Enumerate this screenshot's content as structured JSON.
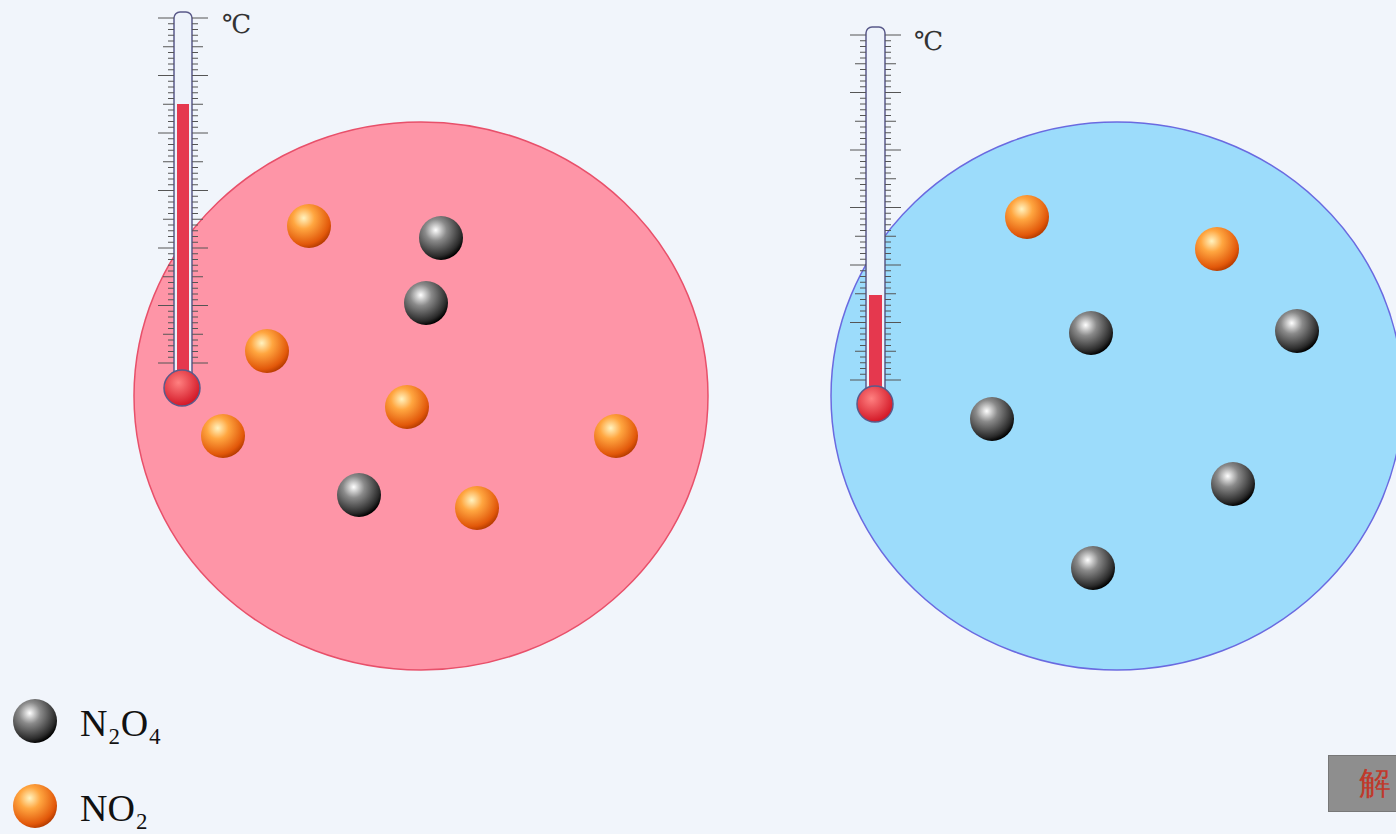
{
  "diagram": {
    "labels": [
      "℃",
      "℃",
      "解"
    ],
    "legend": [
      {
        "text": "N₂O₄"
      },
      {
        "text": "NO₂"
      }
    ]
  }
}
